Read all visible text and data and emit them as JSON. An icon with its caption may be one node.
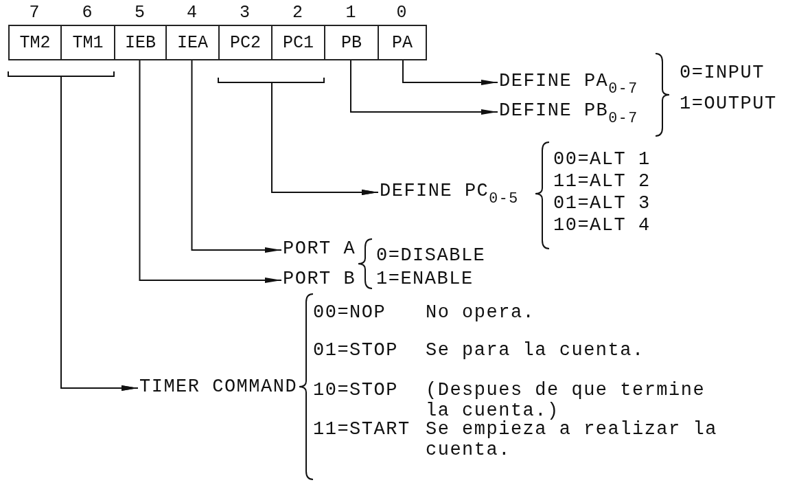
{
  "diagram": {
    "nodes": [
      {
        "text": [
          "TM2"
        ],
        "beside": [
          "7"
        ]
      },
      {
        "text": [
          "TM1"
        ],
        "beside": [
          "6"
        ]
      },
      {
        "text": [
          "IEB"
        ],
        "beside": [
          "5"
        ]
      },
      {
        "text": [
          "IEA"
        ],
        "beside": [
          "4"
        ]
      },
      {
        "text": [
          "PC2"
        ],
        "beside": [
          "3"
        ]
      },
      {
        "text": [
          "PC1"
        ],
        "beside": [
          "2"
        ]
      },
      {
        "text": [
          "PB"
        ],
        "beside": [
          "1"
        ]
      },
      {
        "text": [
          "PA"
        ],
        "beside": [
          "0"
        ]
      },
      {
        "text": [
          "DEFINE PA$_{0-7}$"
        ]
      },
      {
        "text": [
          "DEFINE PB$_{0-7}$"
        ]
      },
      {
        "text": [
          "DEFINE PC$_{0-5}$"
        ]
      },
      {
        "text": [
          "PORT A"
        ]
      },
      {
        "text": [
          "PORT B"
        ]
      },
      {
        "text": [
          "TIMER COMMAND"
        ]
      }
    ],
    "edges": [
      {
        "from": 7,
        "to": 8,
        "arrow": "to"
      },
      {
        "from": 6,
        "to": 9,
        "arrow": "to"
      },
      {
        "from": 4,
        "to": 10,
        "arrow": "to"
      },
      {
        "from": 5,
        "to": 10,
        "arrow": "to"
      },
      {
        "from": 3,
        "to": 11,
        "arrow": "to"
      },
      {
        "from": 2,
        "to": 12,
        "arrow": "to"
      },
      {
        "from": 0,
        "to": 13,
        "arrow": "to"
      },
      {
        "from": 1,
        "to": 13,
        "arrow": "to"
      }
    ],
    "labels": [
      "0=INPUT",
      "1=OUTPUT",
      "00=ALT 1",
      "11=ALT 2",
      "01=ALT 3",
      "10=ALT 4",
      "0=DISABLE",
      "1=ENABLE",
      "00=NOP",
      "No opera.",
      "01=STOP",
      "Se para la cuenta.",
      "10=STOP",
      "(Despues de que termine la cuenta.)",
      "11=START",
      "Se empieza a realizar la cuenta."
    ]
  }
}
